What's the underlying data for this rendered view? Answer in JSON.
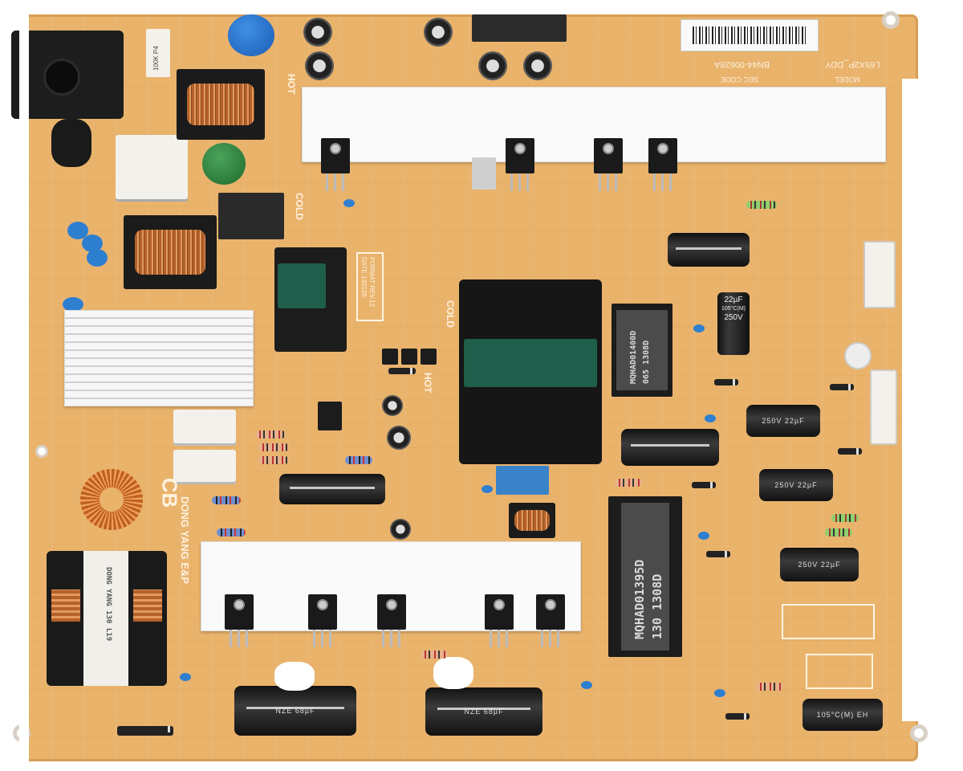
{
  "photo": {
    "subject": "Power supply circuit board",
    "background": "#ffffff",
    "board_color": "#e9b36c"
  },
  "labels": {
    "model_caption": "MODEL",
    "model_value": "L65X2P_DDY",
    "sec_code_caption": "SEC CODE",
    "sec_code_value": "BN44-00628A",
    "hot_1": "HOT",
    "hot_2": "HOT",
    "cold_1": "COLD",
    "cold_2": "COLD",
    "cb_mark": "CB",
    "maker": "DONG YANG E&P",
    "date_box_line1": "FORMAT REV.12",
    "date_box_line2": "DATE 130128",
    "filter_label": "100K P4"
  },
  "chips": {
    "large_transformer_label_line1": "MQHAD01395D",
    "large_transformer_label_line2": "130 1308D",
    "small_transformer_label_line1": "MQHAD01400D",
    "small_transformer_label_line2": "065 1308D",
    "pfc_transformer_label": "DONG YANG 130 L19"
  },
  "capacitors": {
    "c22uf_rating": "22µF",
    "c22uf_voltage": "250V",
    "c22uf_temp": "105°C(M)",
    "c22uf_series": "EH",
    "bulk_rating": "68µF",
    "bulk_series": "NZE"
  }
}
